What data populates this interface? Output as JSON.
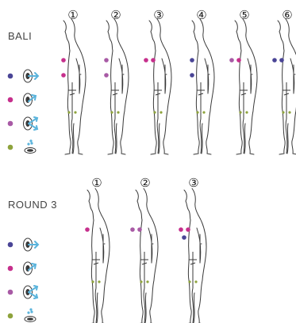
{
  "colors": {
    "navy": "#4a4596",
    "magenta": "#c62f8c",
    "violet": "#a85aa5",
    "olive": "#8ea33c",
    "arrow": "#5bb4dc",
    "ink": "#3a3a3a"
  },
  "sections": [
    {
      "id": "bali",
      "title": "BALI",
      "legend": [
        {
          "dot": "navy",
          "icon": "ear-arrow-right-icon"
        },
        {
          "dot": "magenta",
          "icon": "ear-arrow-up-right-icon"
        },
        {
          "dot": "violet",
          "icon": "ear-arrow-split-icon"
        },
        {
          "dot": "olive",
          "icon": "drip-icon"
        }
      ],
      "steps": [
        {
          "num": "①",
          "dots": [
            [
              "magenta"
            ],
            [
              "magenta"
            ]
          ]
        },
        {
          "num": "②",
          "dots": [
            [
              "violet"
            ],
            [
              "violet"
            ]
          ]
        },
        {
          "num": "③",
          "dots": [
            [
              "magenta",
              "magenta"
            ]
          ]
        },
        {
          "num": "④",
          "dots": [
            [
              "navy"
            ],
            [
              "navy"
            ]
          ]
        },
        {
          "num": "⑤",
          "dots": [
            [
              "violet",
              "magenta"
            ]
          ]
        },
        {
          "num": "⑥",
          "dots": [
            [
              "navy",
              "navy"
            ]
          ]
        }
      ]
    },
    {
      "id": "round3",
      "title": "ROUND 3",
      "legend": [
        {
          "dot": "navy",
          "icon": "ear-arrow-right-icon"
        },
        {
          "dot": "magenta",
          "icon": "ear-arrow-up-right-icon"
        },
        {
          "dot": "violet",
          "icon": "ear-arrow-split-icon"
        },
        {
          "dot": "olive",
          "icon": "drip-icon"
        }
      ],
      "steps": [
        {
          "num": "①",
          "dots": [
            [
              "magenta"
            ]
          ]
        },
        {
          "num": "②",
          "dots": [
            [
              "violet",
              "violet"
            ]
          ]
        },
        {
          "num": "③",
          "dots": [
            [
              "magenta",
              "magenta"
            ],
            [
              "navy"
            ]
          ]
        }
      ]
    }
  ]
}
